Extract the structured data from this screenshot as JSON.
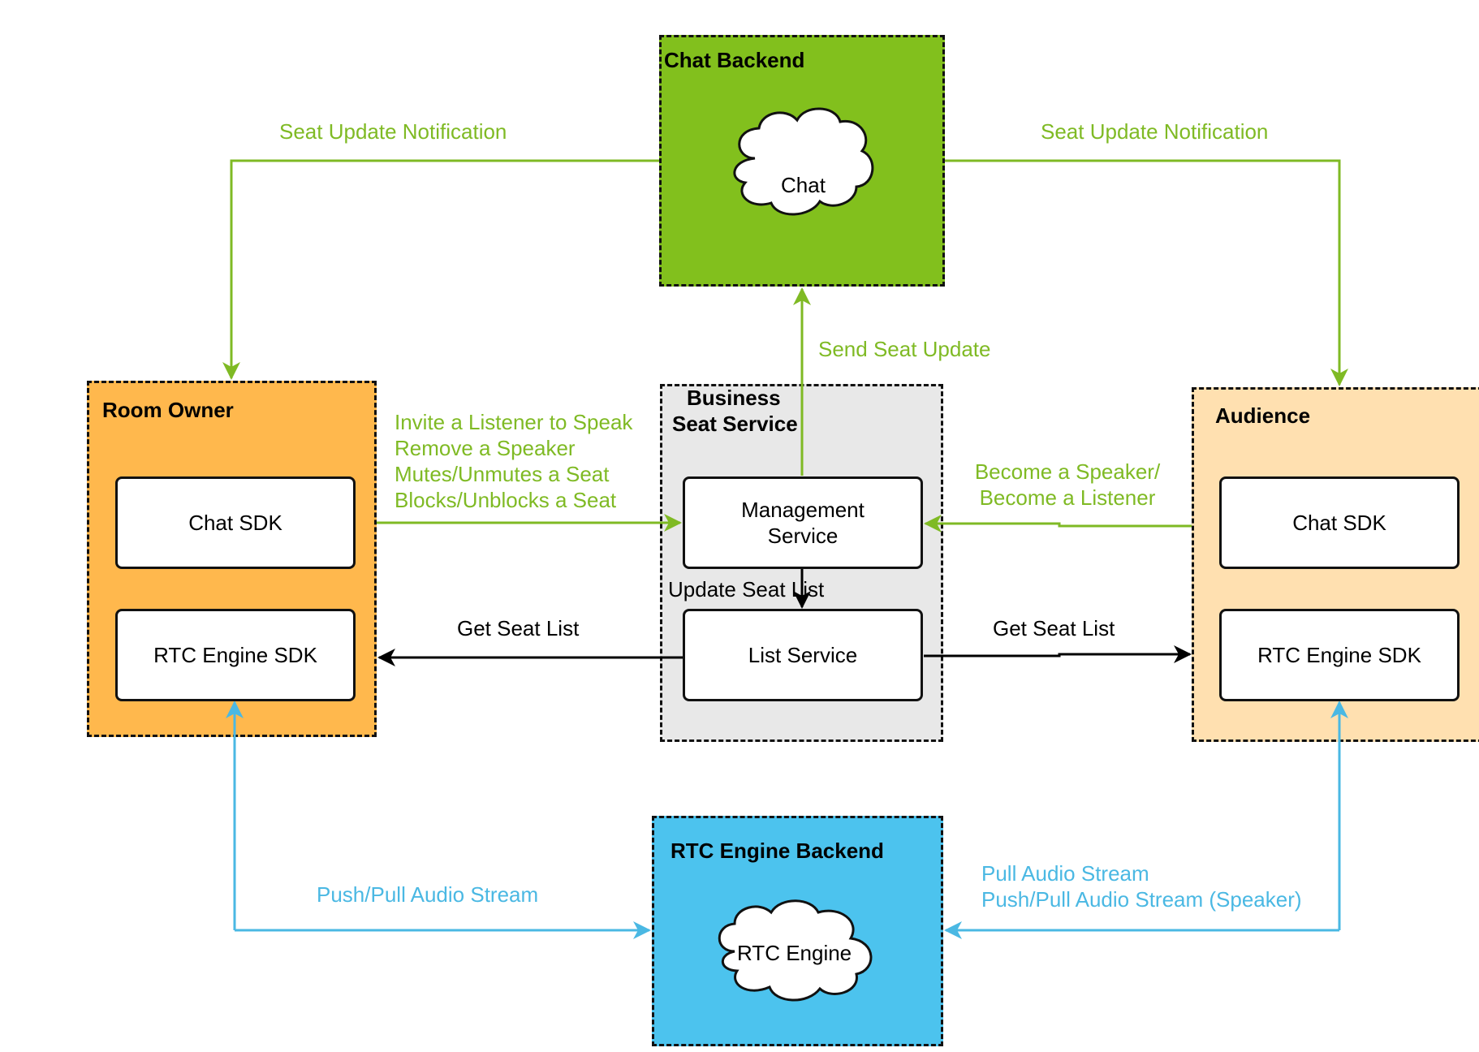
{
  "colors": {
    "chat_backend": "#82c01d",
    "room_owner": "#ffb84d",
    "business": "#e8e8e8",
    "audience": "#ffe0b0",
    "rtc_backend": "#4cc3ee",
    "green_line": "#7fba24",
    "blue_line": "#4ab8e3",
    "black_line": "#000000"
  },
  "chat_backend": {
    "title": "Chat Backend",
    "cloud": "Chat"
  },
  "rtc_backend": {
    "title": "RTC Engine Backend",
    "cloud": "RTC Engine"
  },
  "room_owner": {
    "title": "Room Owner",
    "chat_sdk": "Chat SDK",
    "rtc_sdk": "RTC Engine SDK"
  },
  "audience": {
    "title": "Audience",
    "chat_sdk": "Chat SDK",
    "rtc_sdk": "RTC Engine SDK"
  },
  "business": {
    "title_line1": "Business",
    "title_line2": "Seat Service",
    "management_line1": "Management",
    "management_line2": "Service",
    "list_service": "List Service"
  },
  "edges": {
    "seat_update_left": "Seat Update Notification",
    "seat_update_right": "Seat Update Notification",
    "send_seat_update": "Send Seat Update",
    "owner_actions": [
      "Invite a Listener to Speak",
      "Remove a Speaker",
      "Mutes/Unmutes a Seat",
      "Blocks/Unblocks a Seat"
    ],
    "audience_actions": [
      "Become a Speaker/",
      "Become a Listener"
    ],
    "update_seat_list": "Update Seat List",
    "get_seat_list_left": "Get Seat List",
    "get_seat_list_right": "Get Seat List",
    "push_pull_left": "Push/Pull Audio Stream",
    "pull_right_1": "Pull Audio Stream",
    "pull_right_2": "Push/Pull Audio Stream (Speaker)"
  }
}
